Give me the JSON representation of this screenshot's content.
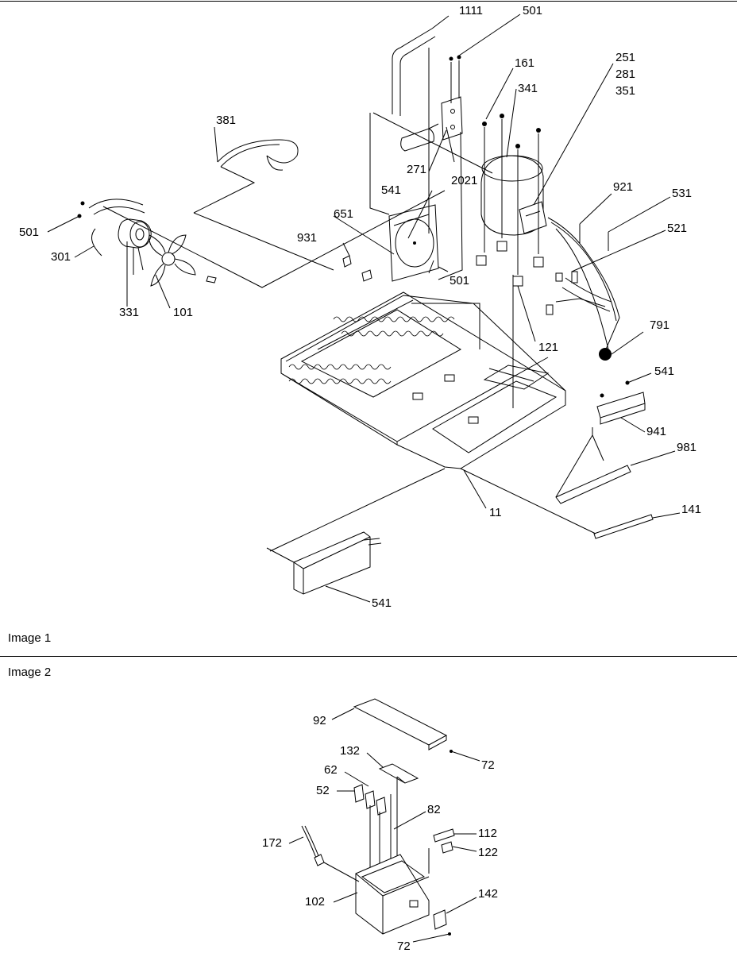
{
  "images": [
    {
      "caption": "Image 1",
      "callouts": [
        "1111",
        "501",
        "161",
        "251",
        "281",
        "351",
        "341",
        "381",
        "271",
        "2021",
        "541",
        "921",
        "531",
        "651",
        "501",
        "931",
        "521",
        "301",
        "331",
        "101",
        "501",
        "121",
        "791",
        "541",
        "941",
        "981",
        "11",
        "141",
        "541"
      ]
    },
    {
      "caption": "Image 2",
      "callouts": [
        "92",
        "72",
        "132",
        "62",
        "82",
        "52",
        "172",
        "112",
        "122",
        "102",
        "142",
        "72"
      ]
    }
  ]
}
